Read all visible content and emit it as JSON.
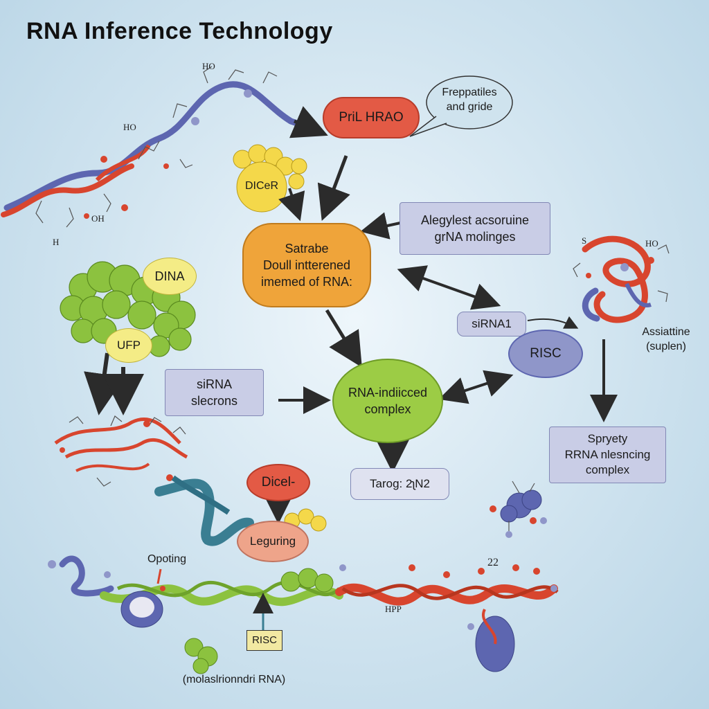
{
  "title": "RNA Inference Technology",
  "nodes": {
    "pri_hrao": "PriL HRAO",
    "speech": "Freppatiles\nand gride",
    "dicer_top": "DICeR",
    "alegylest": "Alegylest acsoruine\ngrNA molinges",
    "satrabe": "Satrabe\nDoull intterened\nimemed of RNA:",
    "dina": "DINA",
    "ufp": "UFP",
    "sirna1": "siRNA1",
    "risc_right": "RISC",
    "assiattine": "Assiattine\n(suplen)",
    "sirna_slecrons": "siRNA\nslecrons",
    "rna_indicced": "RNA-indiicced\ncomplex",
    "spryety": "Spryety\nRRNA nlesncing\ncomplex",
    "dicel": "Dicel-",
    "tarog": "Tarog: 2ʅN2",
    "leguring": "Leguring",
    "opoting": "Opoting",
    "risc_bottom": "RISC",
    "molasl": "(molaslrionndri RNA)"
  },
  "molecule_labels": {
    "ho_top": "HO",
    "ho_left": "HO",
    "oh_left": "OH",
    "h_left": "H",
    "ho_right": "HO",
    "s_right": "S",
    "n22": "22",
    "hpp": "HPP"
  },
  "colors": {
    "red_node": "#e35a45",
    "orange_node": "#efa43a",
    "yellow": "#f4d84a",
    "lavender": "#c9cde6",
    "green_node": "#9ccc45",
    "purple_node": "#8f96c9",
    "salmon_node": "#eea48a",
    "ribbon_red": "#d8452e",
    "ribbon_blue": "#5d66b0",
    "ribbon_green": "#8cc23f",
    "arrow": "#2b2b2b"
  }
}
